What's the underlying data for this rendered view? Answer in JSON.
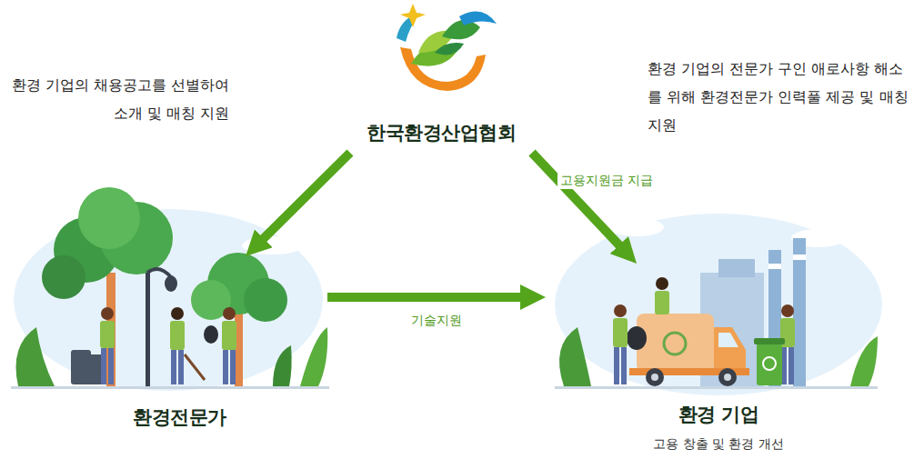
{
  "diagram": {
    "nodes": [
      {
        "text": [
          "한국환경산업협회"
        ]
      },
      {
        "text": [
          "환경전문가"
        ]
      },
      {
        "text": [
          "환경 기업",
          "고용 창출 및 환경 개선"
        ]
      }
    ],
    "edges": [
      {
        "from": 0,
        "to": 1,
        "arrow": "to"
      },
      {
        "from": 0,
        "to": 2,
        "arrow": "to",
        "label": "고용지원금 지급"
      },
      {
        "from": 1,
        "to": 2,
        "arrow": "to",
        "label": "기술지원"
      }
    ],
    "labels": [
      "환경 기업의 채용공고를 선별하여 소개 및 매칭 지원",
      "환경 기업의 전문가 구인 애로사항 해소를 위해 환경전문가 인력풀 제공 및 매칭 지원"
    ]
  }
}
